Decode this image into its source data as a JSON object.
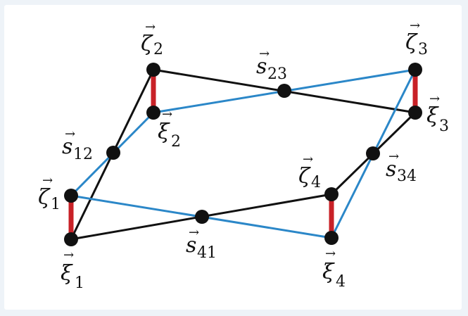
{
  "colors": {
    "frame": "#eef3f8",
    "black_line": "#111111",
    "blue_line": "#2b87c8",
    "red_bar": "#c82127",
    "node": "#111111"
  },
  "labels": {
    "zeta1": {
      "symbol": "ζ",
      "sub": "1"
    },
    "xi1": {
      "symbol": "ξ",
      "sub": "1"
    },
    "s12": {
      "symbol": "s",
      "sub": "12"
    },
    "zeta2": {
      "symbol": "ζ",
      "sub": "2"
    },
    "xi2": {
      "symbol": "ξ",
      "sub": "2"
    },
    "s23": {
      "symbol": "s",
      "sub": "23"
    },
    "zeta3": {
      "symbol": "ζ",
      "sub": "3"
    },
    "xi3": {
      "symbol": "ξ",
      "sub": "3"
    },
    "s34": {
      "symbol": "s",
      "sub": "34"
    },
    "zeta4": {
      "symbol": "ζ",
      "sub": "4"
    },
    "xi4": {
      "symbol": "ξ",
      "sub": "4"
    },
    "s41": {
      "symbol": "s",
      "sub": "41"
    },
    "arrow": "→"
  }
}
